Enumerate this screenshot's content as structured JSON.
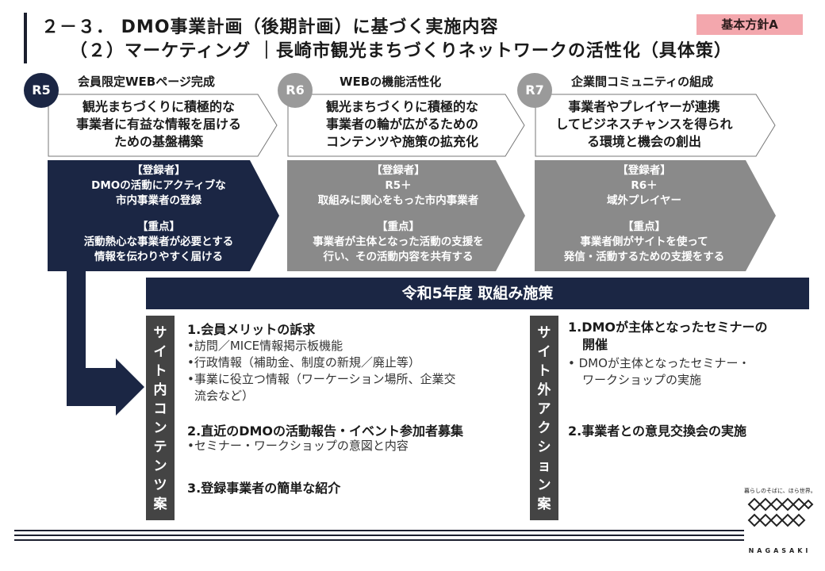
{
  "header": {
    "title_line1": "２－３． DMO事業計画（後期計画）に基づく実施内容",
    "title_line2": "（２）マーケティング ｜長崎市観光まちづくりネットワークの活性化（具体策）",
    "badge": "基本方針A"
  },
  "phases": [
    {
      "code": "R5",
      "label": "会員限定WEBページ完成",
      "goal_lines": [
        "観光まちづくりに積極的な",
        "事業者に有益な情報を届ける",
        "ための基盤構築"
      ],
      "registrant_head": "【登録者】",
      "registrant_lines": [
        "DMOの活動にアクティブな",
        "市内事業者の登録"
      ],
      "focus_head": "【重点】",
      "focus_lines": [
        "活動熱心な事業者が必要とする",
        "情報を伝わりやすく届ける"
      ]
    },
    {
      "code": "R6",
      "label": "WEBの機能活性化",
      "goal_lines": [
        "観光まちづくりに積極的な",
        "事業者の輪が広がるための",
        "コンテンツや施策の拡充化"
      ],
      "registrant_head": "【登録者】",
      "registrant_lines": [
        "R5＋",
        "取組みに関心をもった市内事業者"
      ],
      "focus_head": "【重点】",
      "focus_lines": [
        "事業者が主体となった活動の支援を",
        "行い、その活動内容を共有する"
      ]
    },
    {
      "code": "R7",
      "label": "企業間コミュニティの組成",
      "goal_lines": [
        "事業者やプレイヤーが連携",
        "してビジネスチャンスを得られ",
        "る環境と機会の創出"
      ],
      "registrant_head": "【登録者】",
      "registrant_lines": [
        "R6＋",
        "域外プレイヤー"
      ],
      "focus_head": "【重点】",
      "focus_lines": [
        "事業者側がサイトを使って",
        "発信・活動するための支援をする"
      ]
    }
  ],
  "band_title": "令和5年度 取組み施策",
  "left_panel": {
    "label_chars": [
      "サ",
      "イ",
      "ト",
      "内",
      "コ",
      "ン",
      "テ",
      "ン",
      "ツ",
      "案"
    ],
    "sections": [
      {
        "head": "1.会員メリットの訴求",
        "bullets": [
          "•訪問／MICE情報掲示板機能",
          "•行政情報（補助金、制度の新規／廃止等）",
          "•事業に役立つ情報（ワーケーション場所、企業交",
          "流会など）"
        ]
      },
      {
        "head": "2.直近のDMOの活動報告・イベント参加者募集",
        "bullets": [
          "•セミナー・ワークショップの意図と内容"
        ]
      },
      {
        "head": "3.登録事業者の簡単な紹介",
        "bullets": []
      }
    ]
  },
  "right_panel": {
    "label_chars": [
      "サ",
      "イ",
      "ト",
      "外",
      "ア",
      "ク",
      "シ",
      "ョ",
      "ン",
      "案"
    ],
    "sections": [
      {
        "head_lines": [
          "1.DMOが主体となったセミナーの",
          "開催"
        ],
        "bullets": [
          "•  DMOが主体となったセミナー・",
          "ワークショップの実施"
        ]
      },
      {
        "head_lines": [
          "2.事業者との意見交換会の実施"
        ],
        "bullets": []
      }
    ]
  },
  "logo": {
    "tagline": "暮らしのそばに、ほら世界。",
    "wordmark": "NAGASAKI"
  },
  "colors": {
    "navy": "#1b2644",
    "gray_block": "#8a8a8a",
    "badge_pink": "#f3a7ad",
    "label_gray": "#444444"
  }
}
